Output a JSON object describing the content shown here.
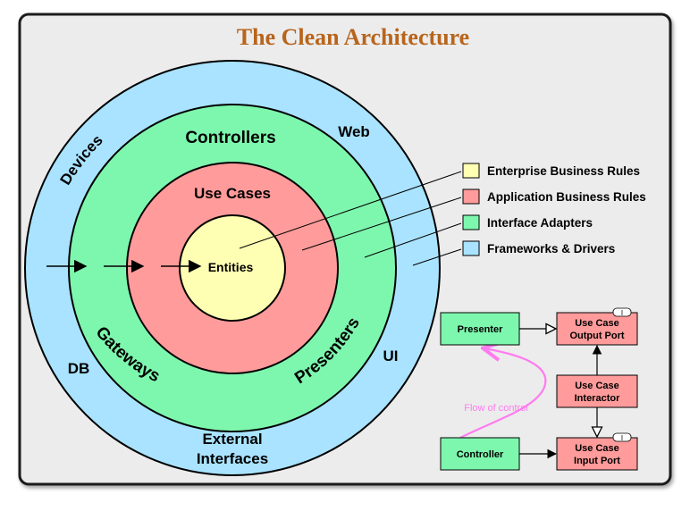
{
  "title": "The Clean Architecture",
  "rings": {
    "outer_labels": {
      "devices": "Devices",
      "web": "Web",
      "db": "DB",
      "ui": "UI",
      "external_line1": "External",
      "external_line2": "Interfaces"
    },
    "adapters_labels": {
      "controllers": "Controllers",
      "gateways": "Gateways",
      "presenters": "Presenters"
    },
    "use_cases_label": "Use Cases",
    "entities_label": "Entities"
  },
  "legend": [
    {
      "label": "Enterprise Business Rules",
      "color": "#ffffb3"
    },
    {
      "label": "Application Business Rules",
      "color": "#ff9b9b"
    },
    {
      "label": "Interface Adapters",
      "color": "#7ef7ae"
    },
    {
      "label": "Frameworks & Drivers",
      "color": "#a9e3ff"
    }
  ],
  "flow": {
    "presenter": "Presenter",
    "output_port_line1": "Use Case",
    "output_port_line2": "Output Port",
    "interactor_line1": "Use Case",
    "interactor_line2": "Interactor",
    "controller": "Controller",
    "input_port_line1": "Use Case",
    "input_port_line2": "Input Port",
    "interface_marker": "I",
    "flow_of_control": "Flow of control"
  },
  "colors": {
    "title": "#b8651c",
    "frame_bg": "#ececec",
    "outer_ring": "#a9e3ff",
    "adapters_ring": "#7ef7ae",
    "use_cases_ring": "#ff9b9b",
    "entities": "#ffffb3",
    "flow_arrow": "#ff7cf0"
  }
}
